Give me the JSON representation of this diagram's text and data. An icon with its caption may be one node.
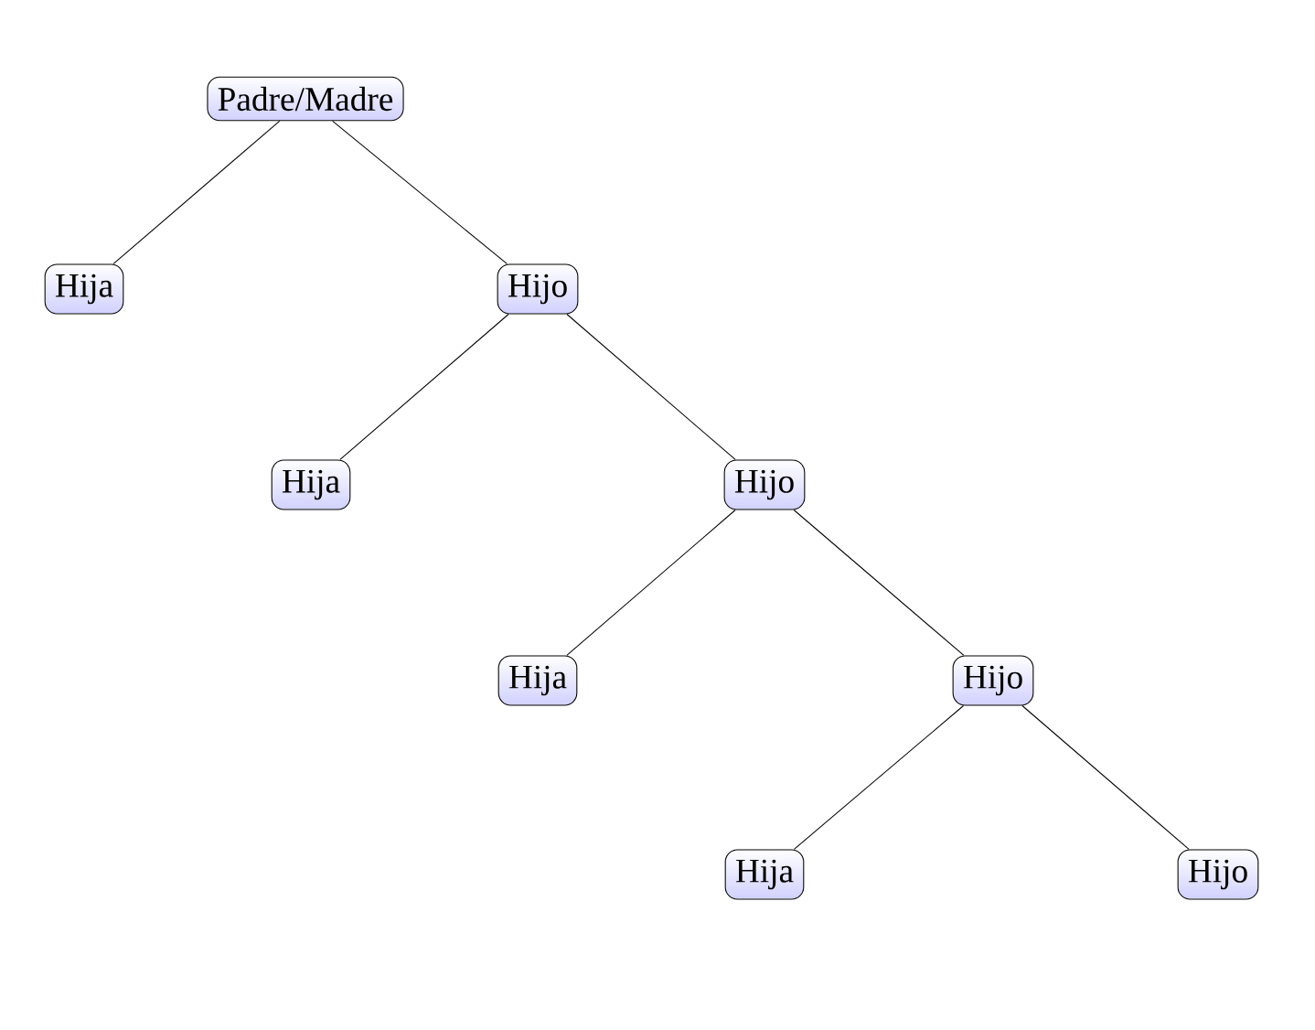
{
  "diagram": {
    "nodes": [
      {
        "text": [
          "Padre/Madre"
        ]
      },
      {
        "text": [
          "Hija"
        ]
      },
      {
        "text": [
          "Hijo"
        ]
      },
      {
        "text": [
          "Hija"
        ]
      },
      {
        "text": [
          "Hijo"
        ]
      },
      {
        "text": [
          "Hija"
        ]
      },
      {
        "text": [
          "Hijo"
        ]
      },
      {
        "text": [
          "Hija"
        ]
      },
      {
        "text": [
          "Hijo"
        ]
      }
    ],
    "edges": [
      {
        "from": 0,
        "to": 1,
        "arrow": "none"
      },
      {
        "from": 0,
        "to": 2,
        "arrow": "none"
      },
      {
        "from": 2,
        "to": 3,
        "arrow": "none"
      },
      {
        "from": 2,
        "to": 4,
        "arrow": "none"
      },
      {
        "from": 4,
        "to": 5,
        "arrow": "none"
      },
      {
        "from": 4,
        "to": 6,
        "arrow": "none"
      },
      {
        "from": 6,
        "to": 7,
        "arrow": "none"
      },
      {
        "from": 6,
        "to": 8,
        "arrow": "none"
      }
    ]
  }
}
